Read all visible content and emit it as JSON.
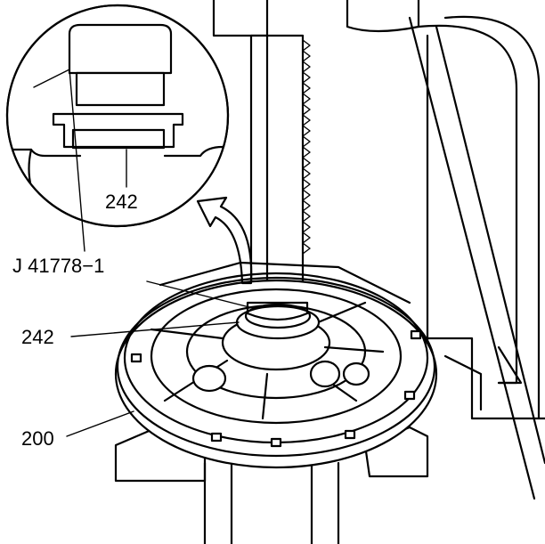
{
  "labels": {
    "detail_part": "242",
    "tool": "J 41778−1",
    "part": "242",
    "housing": "200"
  },
  "colors": {
    "ink": "#000000",
    "paper": "#ffffff",
    "wood": "#ffffff"
  }
}
